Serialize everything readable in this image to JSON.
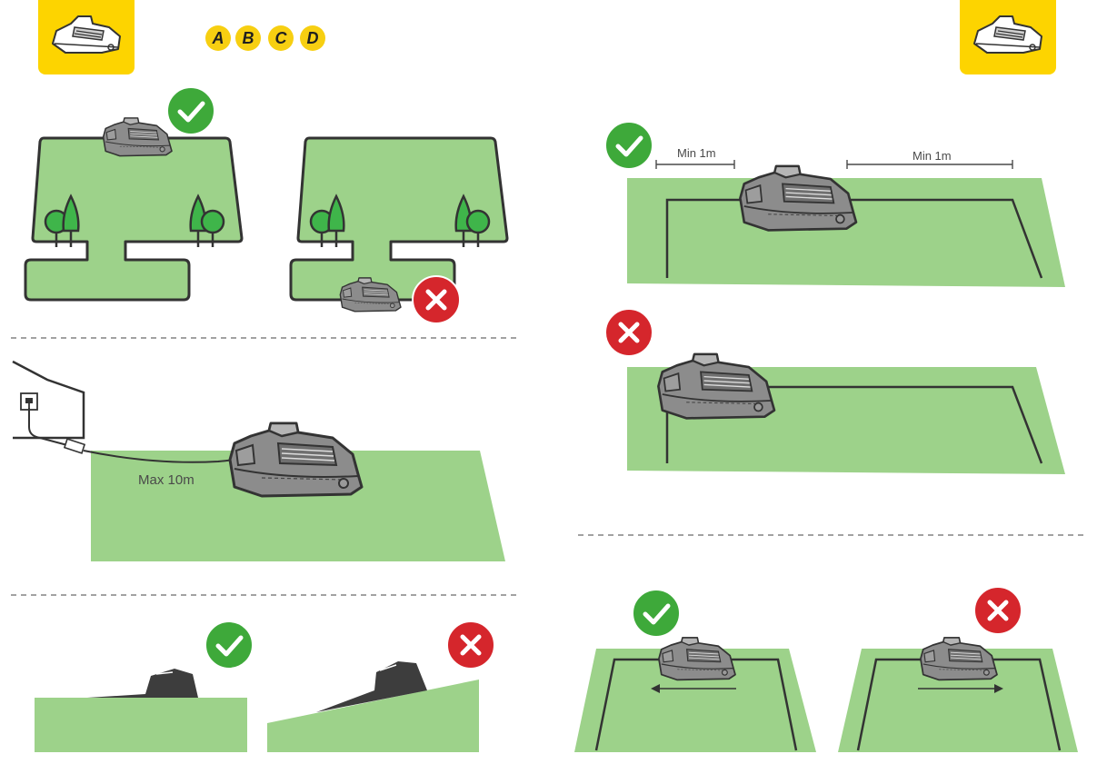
{
  "header": {
    "section_icon": "mower-icon",
    "letters": [
      "A",
      "B",
      "C",
      "D"
    ]
  },
  "labels": {
    "max_distance": "Max 10m",
    "min_left": "Min 1m",
    "min_right": "Min 1m"
  },
  "icons": {
    "correct": "check-icon",
    "incorrect": "cross-icon",
    "mower": "mower-icon",
    "socket": "power-socket-icon",
    "tree": "tree-icon"
  },
  "colors": {
    "tab_yellow": "#fdd400",
    "letter_yellow": "#f7cf11",
    "lawn_green": "#9dd28a",
    "check_green": "#3ea93a",
    "cross_red": "#d5262c",
    "mower_gray": "#8c8c8c",
    "tree_green": "#3fb54a"
  }
}
